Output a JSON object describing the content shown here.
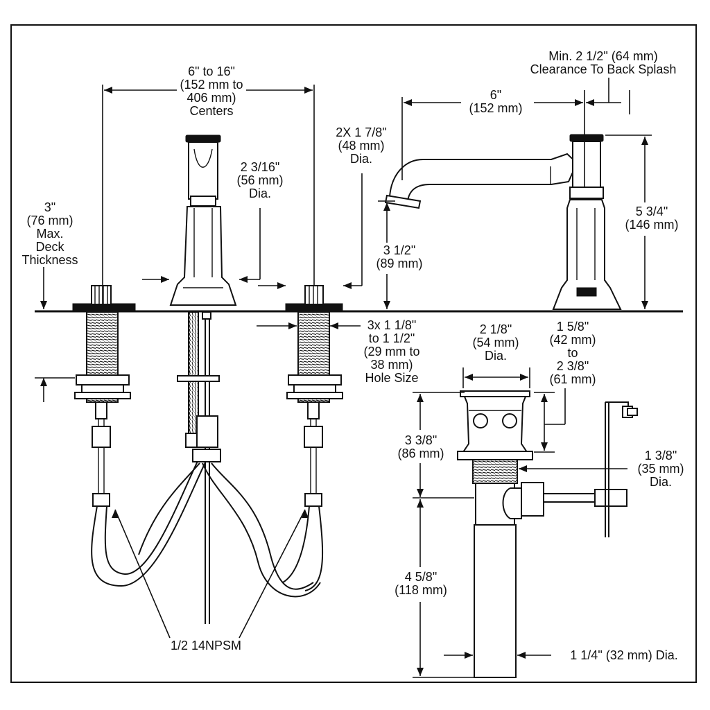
{
  "colors": {
    "line": "#111111",
    "background": "#ffffff"
  },
  "dimensions": {
    "centers": [
      "6\" to 16\"",
      "(152 mm to",
      "406 mm)",
      "Centers"
    ],
    "deck_thickness": [
      "3\"",
      "(76 mm)",
      "Max.",
      "Deck",
      "Thickness"
    ],
    "handle_dia": [
      "2 3/16\"",
      "(56 mm)",
      "Dia."
    ],
    "spout_base_dia": [
      "2X 1 7/8\"",
      "(48 mm)",
      "Dia."
    ],
    "spout_height": [
      "3 1/2\"",
      "(89 mm)"
    ],
    "spout_reach": [
      "6\"",
      "(152 mm)"
    ],
    "back_splash": [
      "Min. 2 1/2\" (64 mm)",
      "Clearance To Back Splash"
    ],
    "total_height": [
      "5 3/4\"",
      "(146 mm)"
    ],
    "hole_size": [
      "3x 1 1/8\"",
      "to 1 1/2\"",
      "(29 mm to",
      "38 mm)",
      "Hole Size"
    ],
    "drain_flange_dia": [
      "2 1/8\"",
      "(54 mm)",
      "Dia."
    ],
    "drain_flange_height": [
      "1 5/8\"",
      "(42 mm)",
      "to",
      "2 3/8\"",
      "(61 mm)"
    ],
    "drain_upper_length": [
      "3 3/8\"",
      "(86 mm)"
    ],
    "drain_body_dia": [
      "1 3/8\"",
      "(35 mm)",
      "Dia."
    ],
    "drain_lower_length": [
      "4 5/8\"",
      "(118 mm)"
    ],
    "tailpiece_dia": "1 1/4\" (32 mm) Dia.",
    "supply_thread": "1/2 14NPSM"
  }
}
